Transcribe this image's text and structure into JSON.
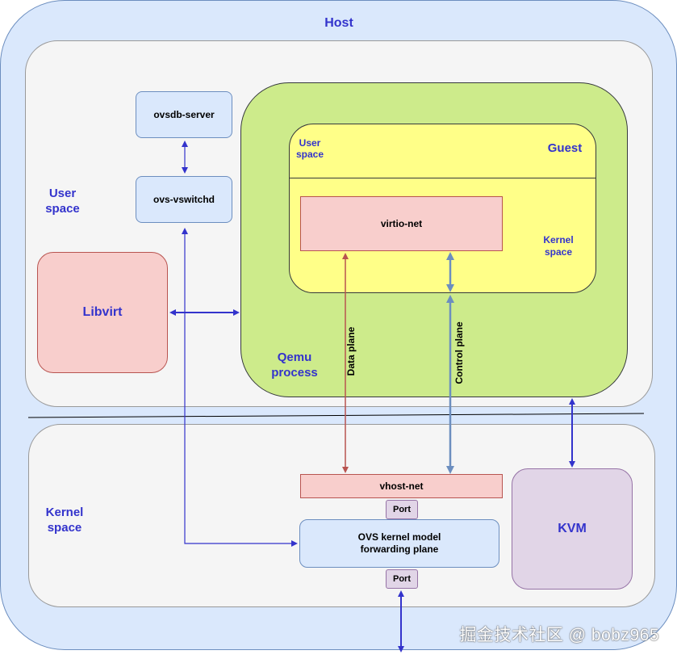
{
  "host_label": "Host",
  "user_space_label": "User space",
  "kernel_space_label": "Kernel space",
  "ovsdb_server": "ovsdb-server",
  "ovs_vswitchd": "ovs-vswitchd",
  "libvirt": "Libvirt",
  "qemu_process": "Qemu process",
  "guest": {
    "title": "Guest",
    "user_space": "User space",
    "kernel_space": "Kernel space",
    "virtio_net": "virtio-net"
  },
  "data_plane": "Data plane",
  "control_plane": "Control plane",
  "vhost_net": "vhost-net",
  "port_label": "Port",
  "ovs_kernel": "OVS kernel model forwarding plane",
  "kvm": "KVM",
  "watermark": "掘金技术社区 @ bobz965",
  "colors": {
    "host_fill": "#dae8fc",
    "qemu_fill": "#cdeb8b",
    "guest_fill": "#ffff88",
    "pink_fill": "#f8cecc",
    "purple_fill": "#e1d5e7",
    "label_blue": "#3333cc",
    "arrow_blue": "#3333cc",
    "arrow_red": "#b85450",
    "arrow_steel": "#6c8ebf"
  }
}
